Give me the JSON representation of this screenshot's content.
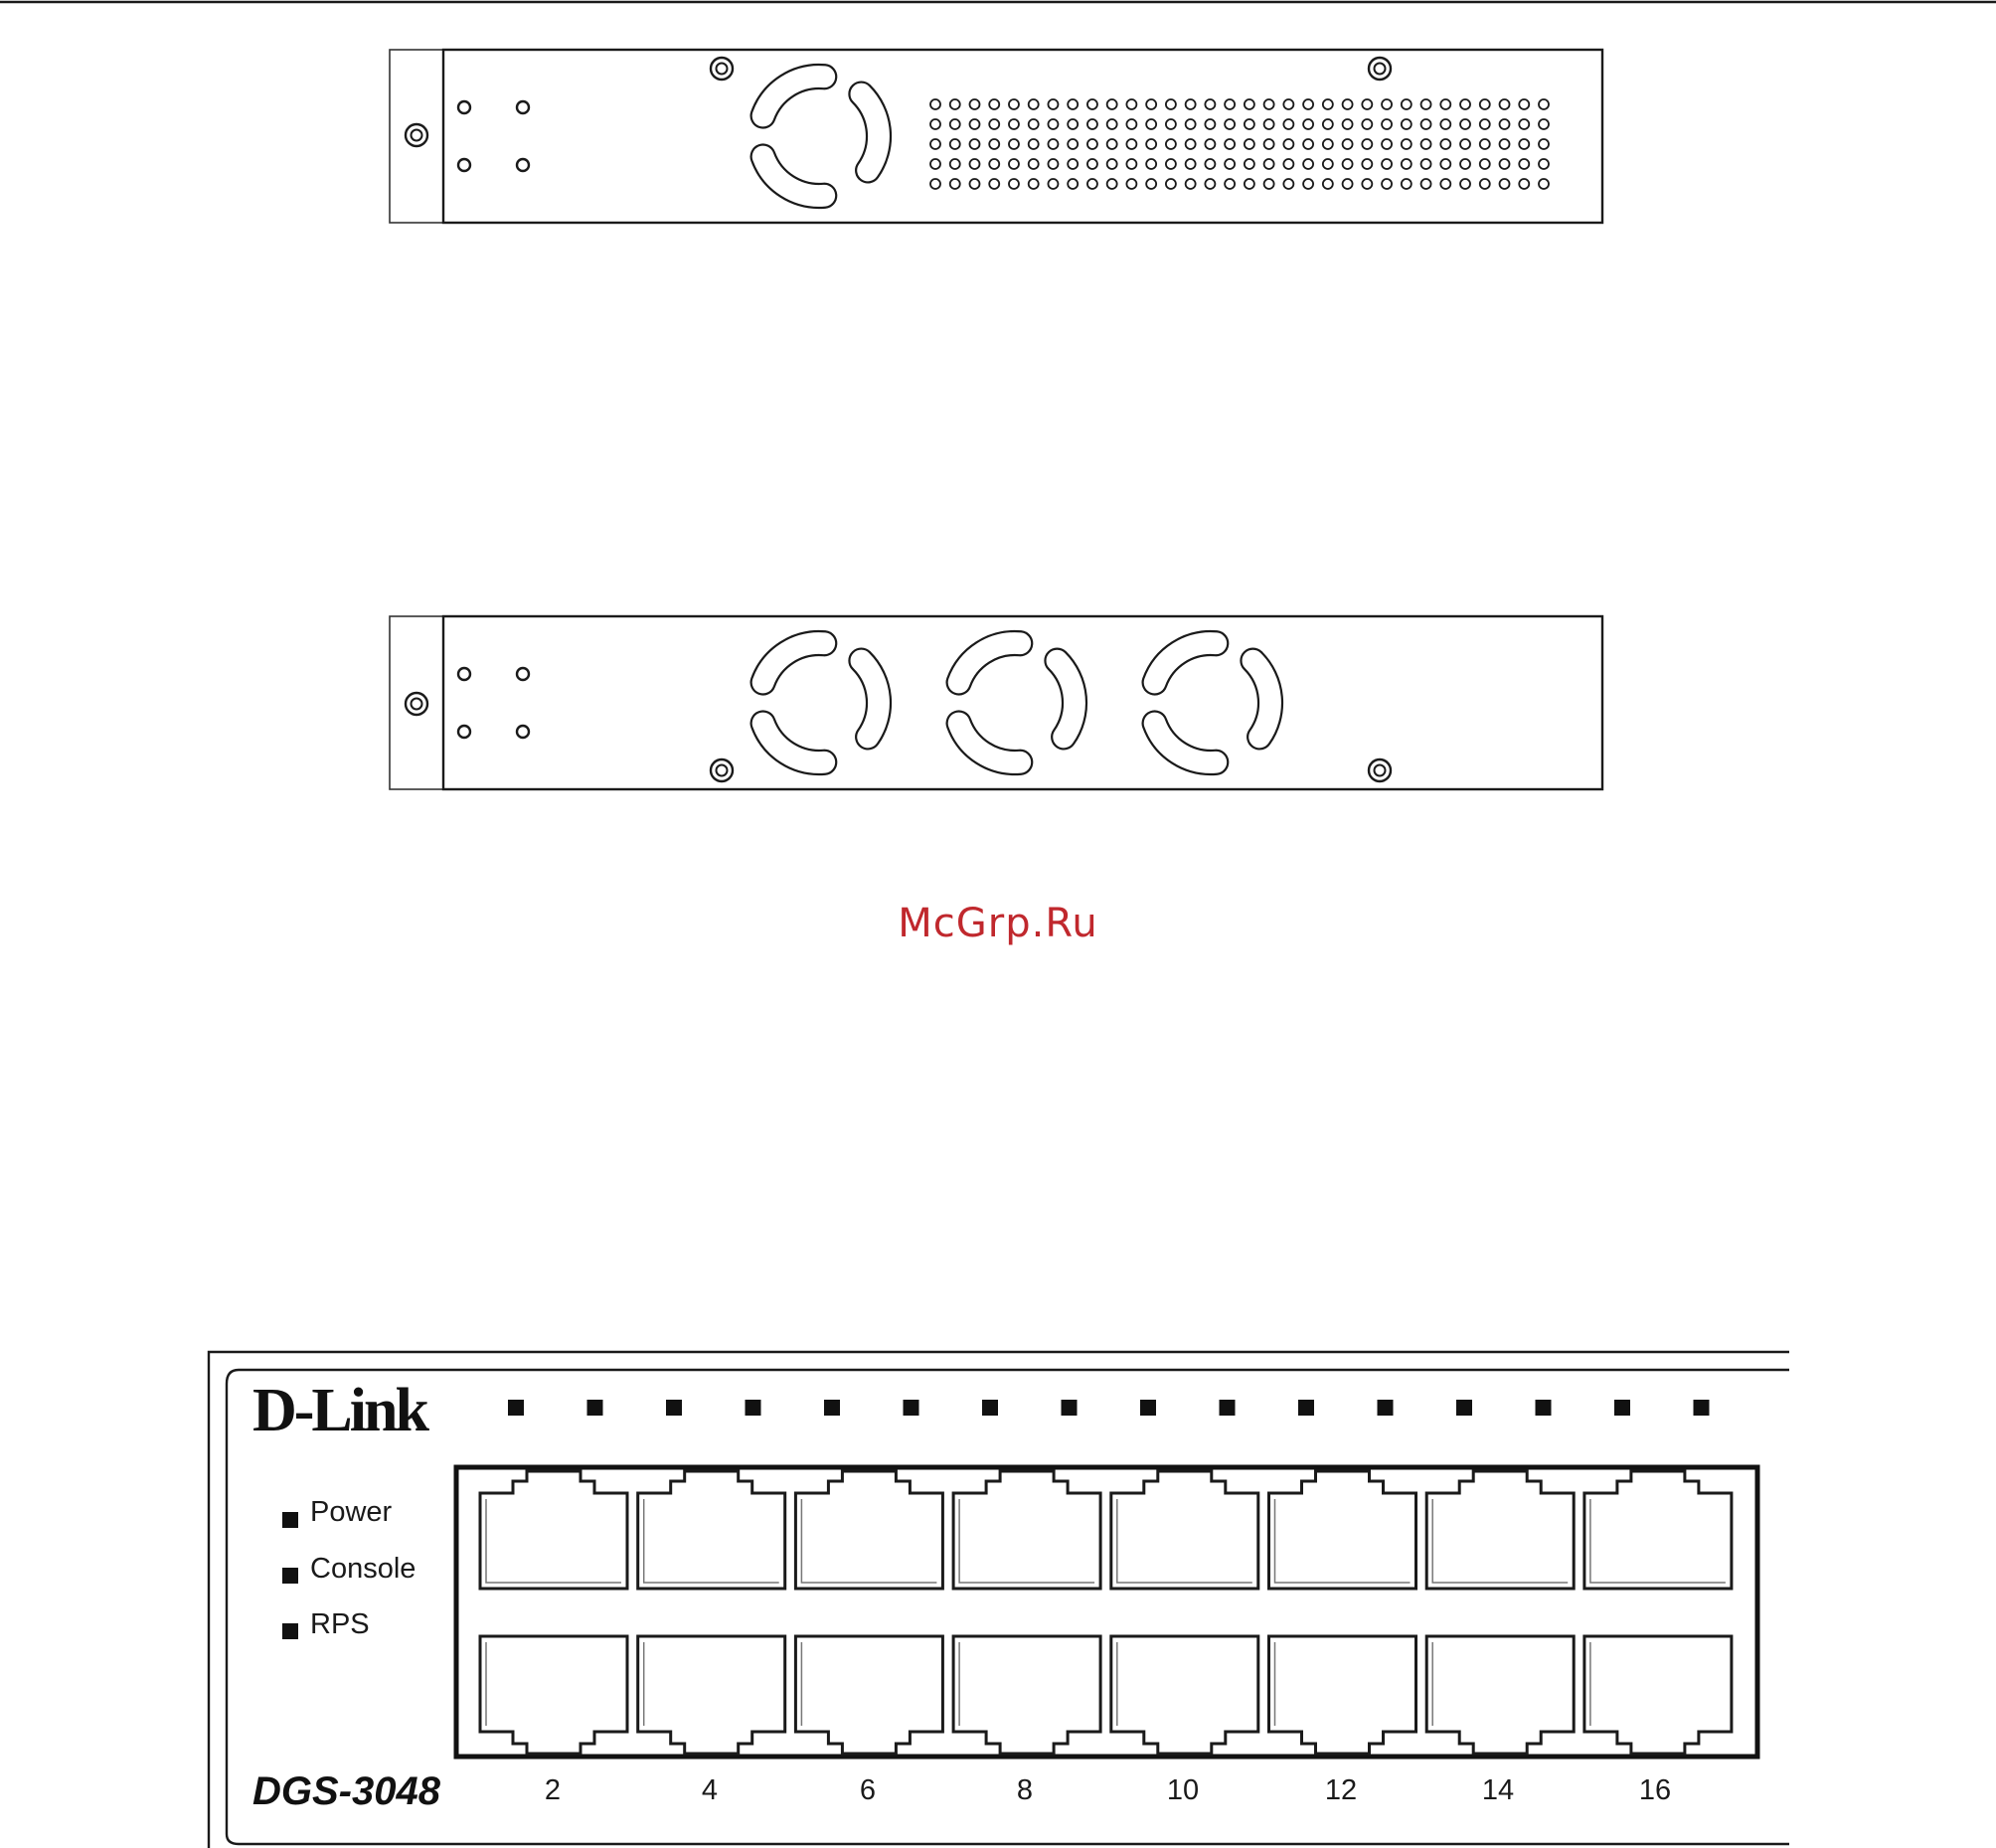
{
  "watermark": {
    "text": "McGrp.Ru",
    "color": "#c0282d"
  },
  "side_views": [
    {
      "name": "single-fan-side-panel",
      "fans": 1,
      "vent_holes": {
        "rows": 5,
        "cols": 32
      }
    },
    {
      "name": "triple-fan-side-panel",
      "fans": 3,
      "vent_holes": {
        "rows": 0,
        "cols": 0
      }
    }
  ],
  "front_panel": {
    "brand": "D-Link",
    "model": "DGS-3048",
    "leds": [
      {
        "label": "Power"
      },
      {
        "label": "Console"
      },
      {
        "label": "RPS"
      }
    ],
    "port_numbers": [
      "2",
      "4",
      "6",
      "8",
      "10",
      "12",
      "14",
      "16"
    ],
    "port_columns": 8,
    "port_rows": 2,
    "port_leds": 16
  }
}
